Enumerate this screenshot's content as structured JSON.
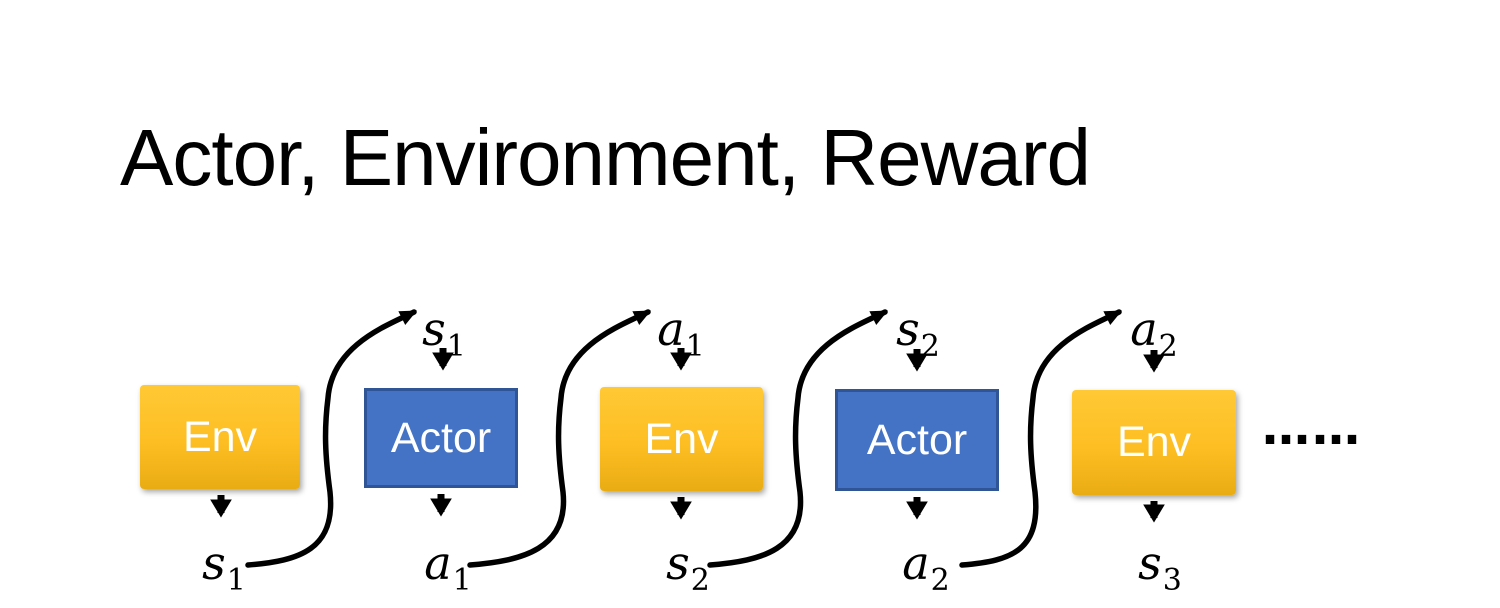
{
  "title": "Actor, Environment, Reward",
  "colors": {
    "title_text": "#000000",
    "env_fill_top": "#FFC935",
    "env_fill_bottom": "#E9AC13",
    "actor_fill": "#4472C4",
    "actor_border": "#2F5597",
    "box_text": "#FFFFFF",
    "arrow": "#000000"
  },
  "diagram": {
    "boxes": [
      {
        "label": "Env",
        "type": "env"
      },
      {
        "label": "Actor",
        "type": "actor"
      },
      {
        "label": "Env",
        "type": "env"
      },
      {
        "label": "Actor",
        "type": "actor"
      },
      {
        "label": "Env",
        "type": "env"
      }
    ],
    "top_labels": [
      {
        "base": "s",
        "sub": "1"
      },
      {
        "base": "a",
        "sub": "1"
      },
      {
        "base": "s",
        "sub": "2"
      },
      {
        "base": "a",
        "sub": "2"
      }
    ],
    "bottom_labels": [
      {
        "base": "s",
        "sub": "1"
      },
      {
        "base": "a",
        "sub": "1"
      },
      {
        "base": "s",
        "sub": "2"
      },
      {
        "base": "a",
        "sub": "2"
      },
      {
        "base": "s",
        "sub": "3"
      }
    ],
    "ellipsis": "……"
  }
}
